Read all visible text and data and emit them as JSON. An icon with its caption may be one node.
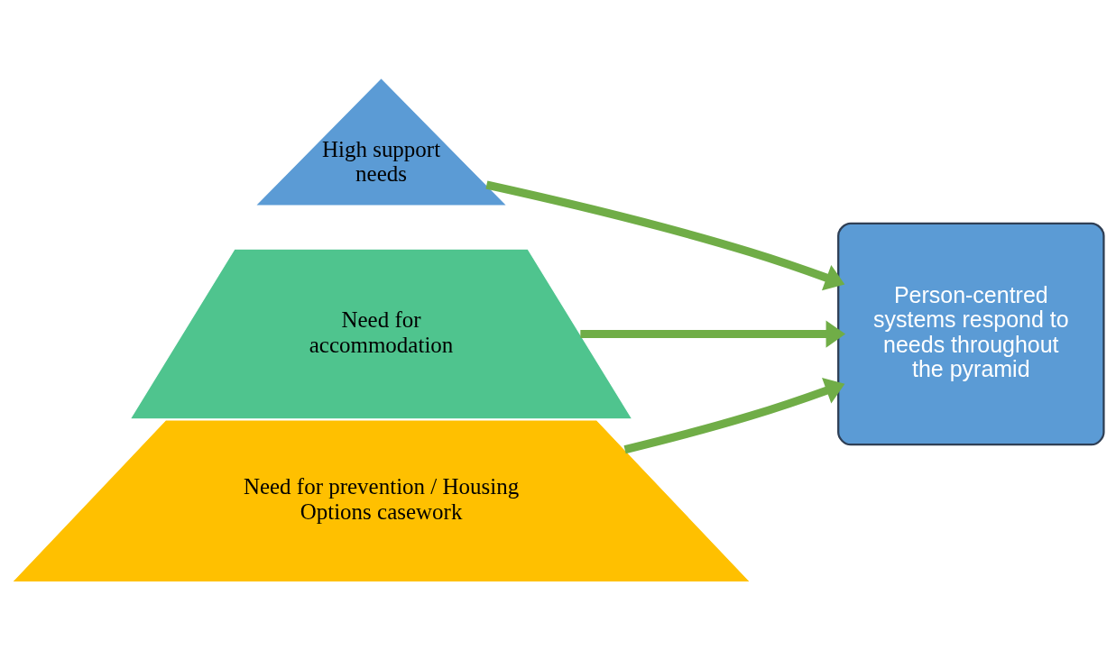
{
  "diagram": {
    "nodes": [
      {
        "text": [
          "High support needs"
        ]
      },
      {
        "text": [
          "Need for accommodation"
        ]
      },
      {
        "text": [
          "Need for prevention / Housing Options casework"
        ]
      },
      {
        "text": [
          "Person-centred systems respond to needs throughout the pyramid"
        ]
      }
    ],
    "edges": [
      {
        "from": 0,
        "to": 3,
        "arrow": "to"
      },
      {
        "from": 1,
        "to": 3,
        "arrow": "to"
      },
      {
        "from": 2,
        "to": 3,
        "arrow": "to"
      }
    ]
  }
}
